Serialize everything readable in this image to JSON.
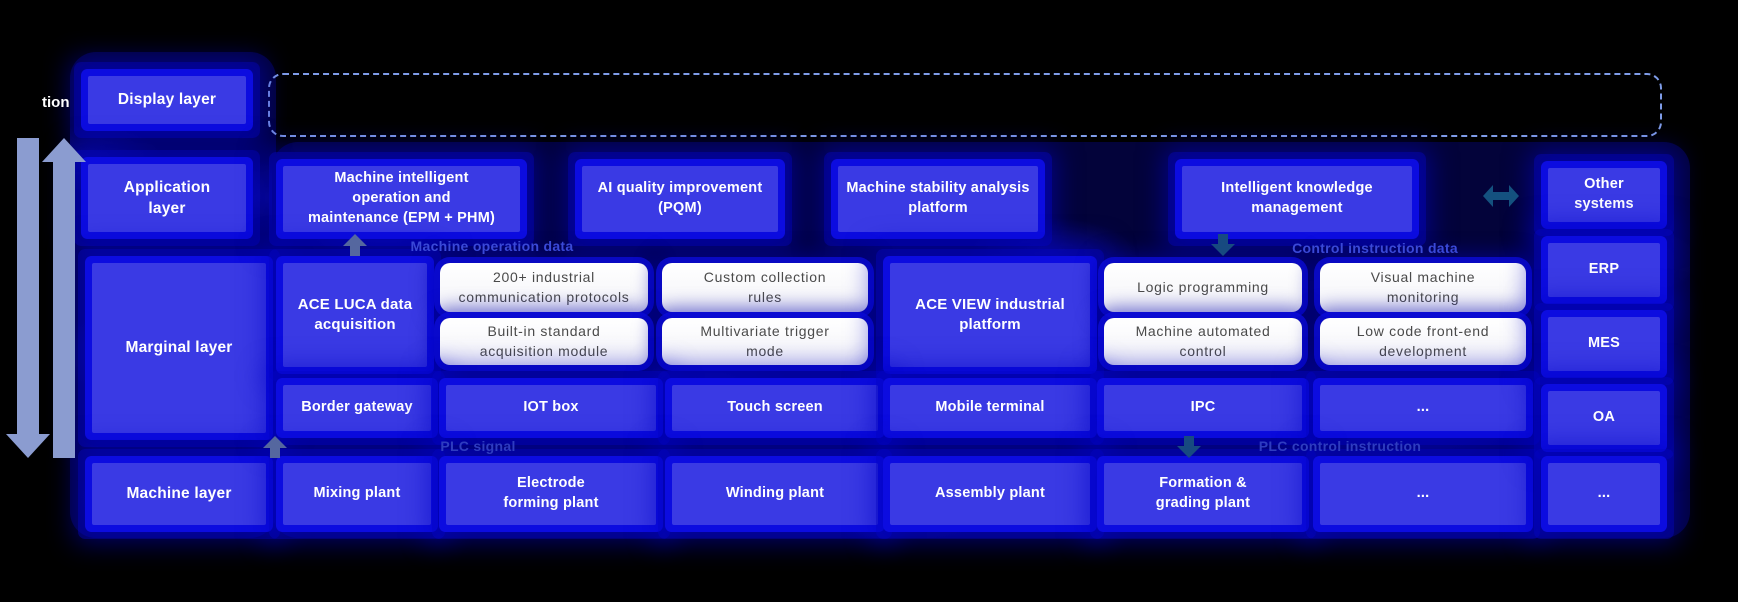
{
  "title_fragment": "tion",
  "layers": {
    "display": "Display layer",
    "application": "Application layer",
    "marginal": "Marginal layer",
    "machine": "Machine layer"
  },
  "application_layer": {
    "platforms": [
      "Machine intelligent operation and maintenance (EPM + PHM)",
      "AI quality improvement (PQM)",
      "Machine stability analysis platform",
      "Intelligent knowledge management"
    ],
    "other_systems": "Other systems"
  },
  "flow_labels": {
    "machine_operation_data": "Machine operation data",
    "control_instruction_data": "Control instruction data",
    "plc_signal": "PLC signal",
    "plc_control_instruction": "PLC control instruction"
  },
  "marginal_layer": {
    "ace_luca": "ACE LUCA data acquisition",
    "luca_features": [
      "200+ industrial communication protocols",
      "Custom collection rules",
      "Built-in standard acquisition module",
      "Multivariate trigger mode"
    ],
    "ace_view": "ACE VIEW industrial platform",
    "view_features": [
      "Logic programming",
      "Visual machine monitoring",
      "Machine automated control",
      "Low code front-end development"
    ],
    "devices": [
      "Border gateway",
      "IOT box",
      "Touch screen",
      "Mobile terminal",
      "IPC",
      "..."
    ]
  },
  "machine_layer": {
    "plants": [
      "Mixing plant",
      "Electrode forming plant",
      "Winding plant",
      "Assembly plant",
      "Formation & grading plant",
      "..."
    ]
  },
  "external_systems": [
    "ERP",
    "MES",
    "OA",
    "..."
  ],
  "colors": {
    "box_blue": "#3a3ae4",
    "glow_blue": "#0c0ce0",
    "white_box_text": "#4a4a4a",
    "flow_label_blue": "#3a49d8",
    "rail_arrow": "#8b9cd0",
    "link_arrow": "#14517f",
    "dashed_outline": "#7f9ce8"
  }
}
